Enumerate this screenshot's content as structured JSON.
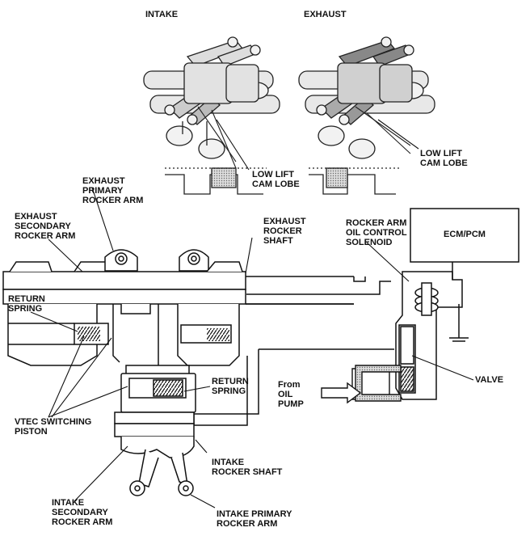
{
  "labels": {
    "intake_title": "INTAKE",
    "exhaust_title": "EXHAUST",
    "low_lift_left": "LOW LIFT\nCAM LOBE",
    "low_lift_right": "LOW LIFT\nCAM LOBE",
    "exhaust_primary": "EXHAUST\nPRIMARY\nROCKER ARM",
    "exhaust_secondary": "EXHAUST\nSECONDARY\nROCKER ARM",
    "exhaust_shaft": "EXHAUST\nROCKER\nSHAFT",
    "solenoid": "ROCKER ARM\nOIL CONTROL\nSOLENOID",
    "ecm": "ECM/PCM",
    "return_spring_left": "RETURN\nSPRING",
    "return_spring_mid": "RETURN\nSPRING",
    "from_oil_pump": "From\nOIL\nPUMP",
    "valve": "VALVE",
    "vtec_piston": "VTEC SWITCHING\nPISTON",
    "intake_shaft": "INTAKE\nROCKER SHAFT",
    "intake_secondary": "INTAKE\nSECONDARY\nROCKER ARM",
    "intake_primary": "INTAKE PRIMARY\nROCKER ARM"
  }
}
